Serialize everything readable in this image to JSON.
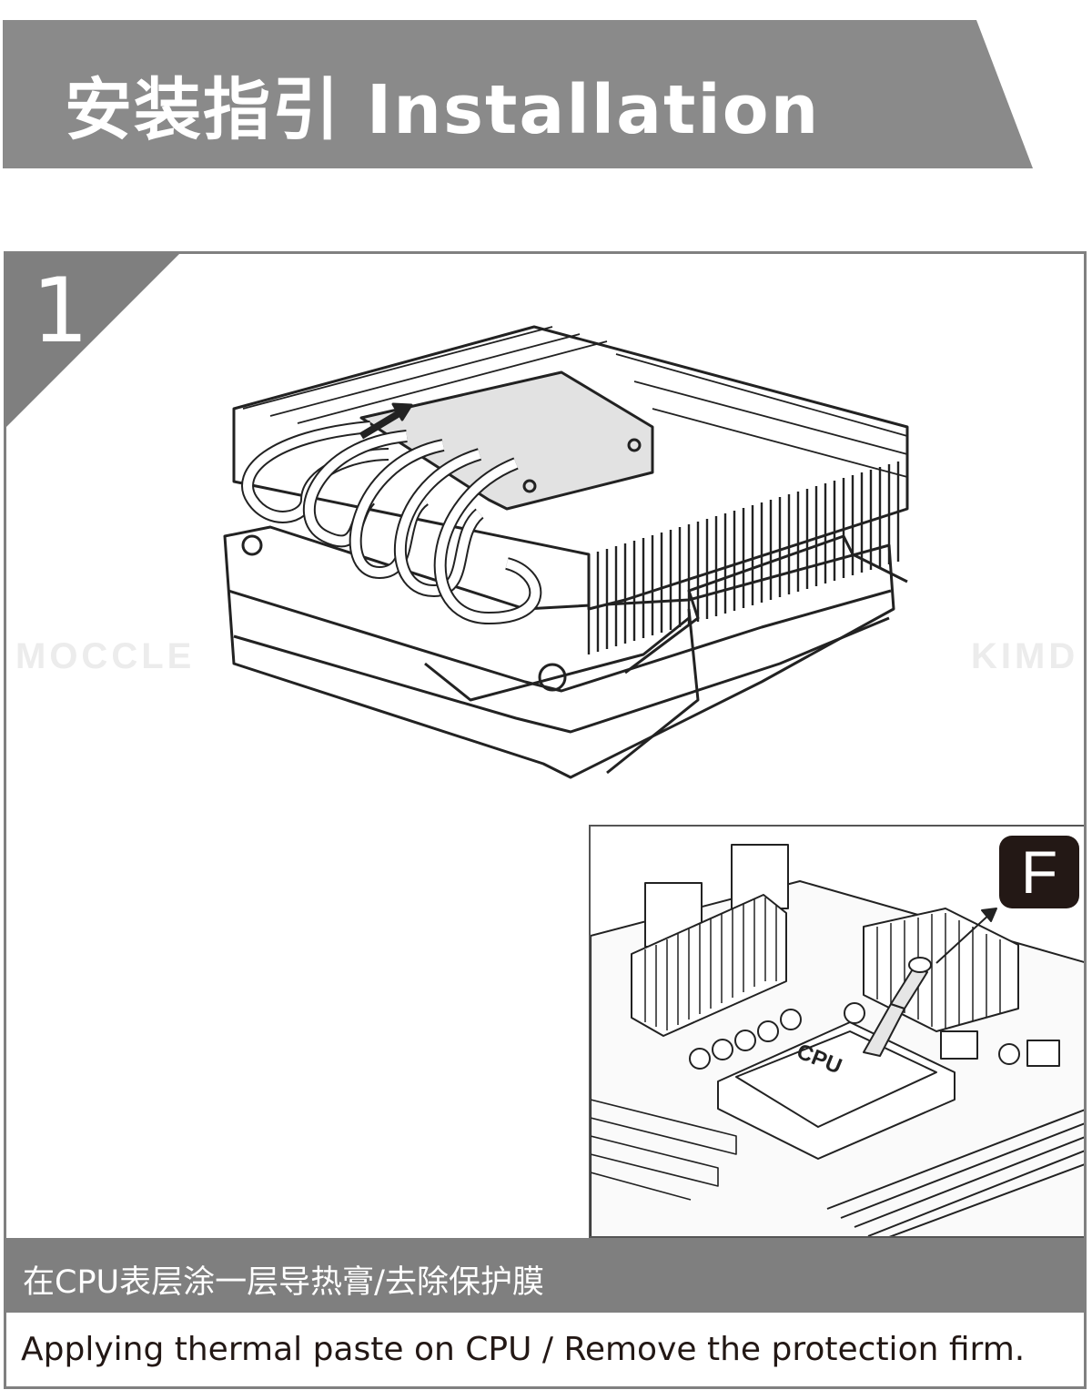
{
  "header": {
    "title": "安装指引 Installation"
  },
  "step": {
    "number": "1",
    "inset_badge": "F",
    "cpu_label": "CPU",
    "caption_zh": "在CPU表层涂一层导热膏/去除保护膜",
    "caption_en": "Applying thermal paste on CPU / Remove the protection firm."
  },
  "colors": {
    "banner": "#8a8a8a",
    "badge": "#7f7f7f",
    "inset_badge": "#231815"
  }
}
